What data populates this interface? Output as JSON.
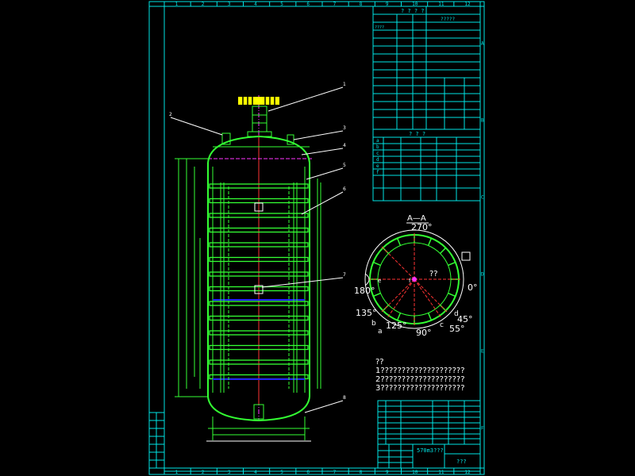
{
  "colors": {
    "background": "#000000",
    "frame": "#00e5e5",
    "vessel": "#33ff33",
    "axis": "#ff33ff",
    "center": "#ff3333",
    "text": "#ffffff",
    "motor": "#ffff00",
    "coil_band": "#2222ff"
  },
  "border_numbers": [
    "1",
    "2",
    "3",
    "4",
    "5",
    "6",
    "7",
    "8",
    "9",
    "10",
    "11",
    "12"
  ],
  "border_letters": [
    "A",
    "B",
    "C",
    "D",
    "E",
    "F"
  ],
  "section": {
    "label": "A—A",
    "angles": {
      "a270": "270°",
      "a180": "180°",
      "a0": "0°",
      "a90": "90°",
      "a135": "135°",
      "a125": "125°",
      "a55": "55°",
      "a45": "45°"
    },
    "letters": {
      "a": "a",
      "b": "b",
      "c": "c",
      "d": "d",
      "e": "e",
      "f": "f"
    },
    "center_note": "??"
  },
  "notes": {
    "heading": "??",
    "line1": "1????????????????????",
    "line2": "2????????????????????",
    "line3": "3????????????????????"
  },
  "callouts": [
    "1",
    "2",
    "3",
    "4",
    "5",
    "6",
    "7",
    "8"
  ],
  "title_block": {
    "title": "570m3???",
    "code": "???"
  },
  "top_table": {
    "header": "? ? ? ?",
    "row_label": "????",
    "heading2": "?????"
  },
  "nozzle_table": {
    "header": "? ? ?",
    "rows": [
      "a",
      "b",
      "c",
      "d",
      "e",
      "f"
    ]
  }
}
